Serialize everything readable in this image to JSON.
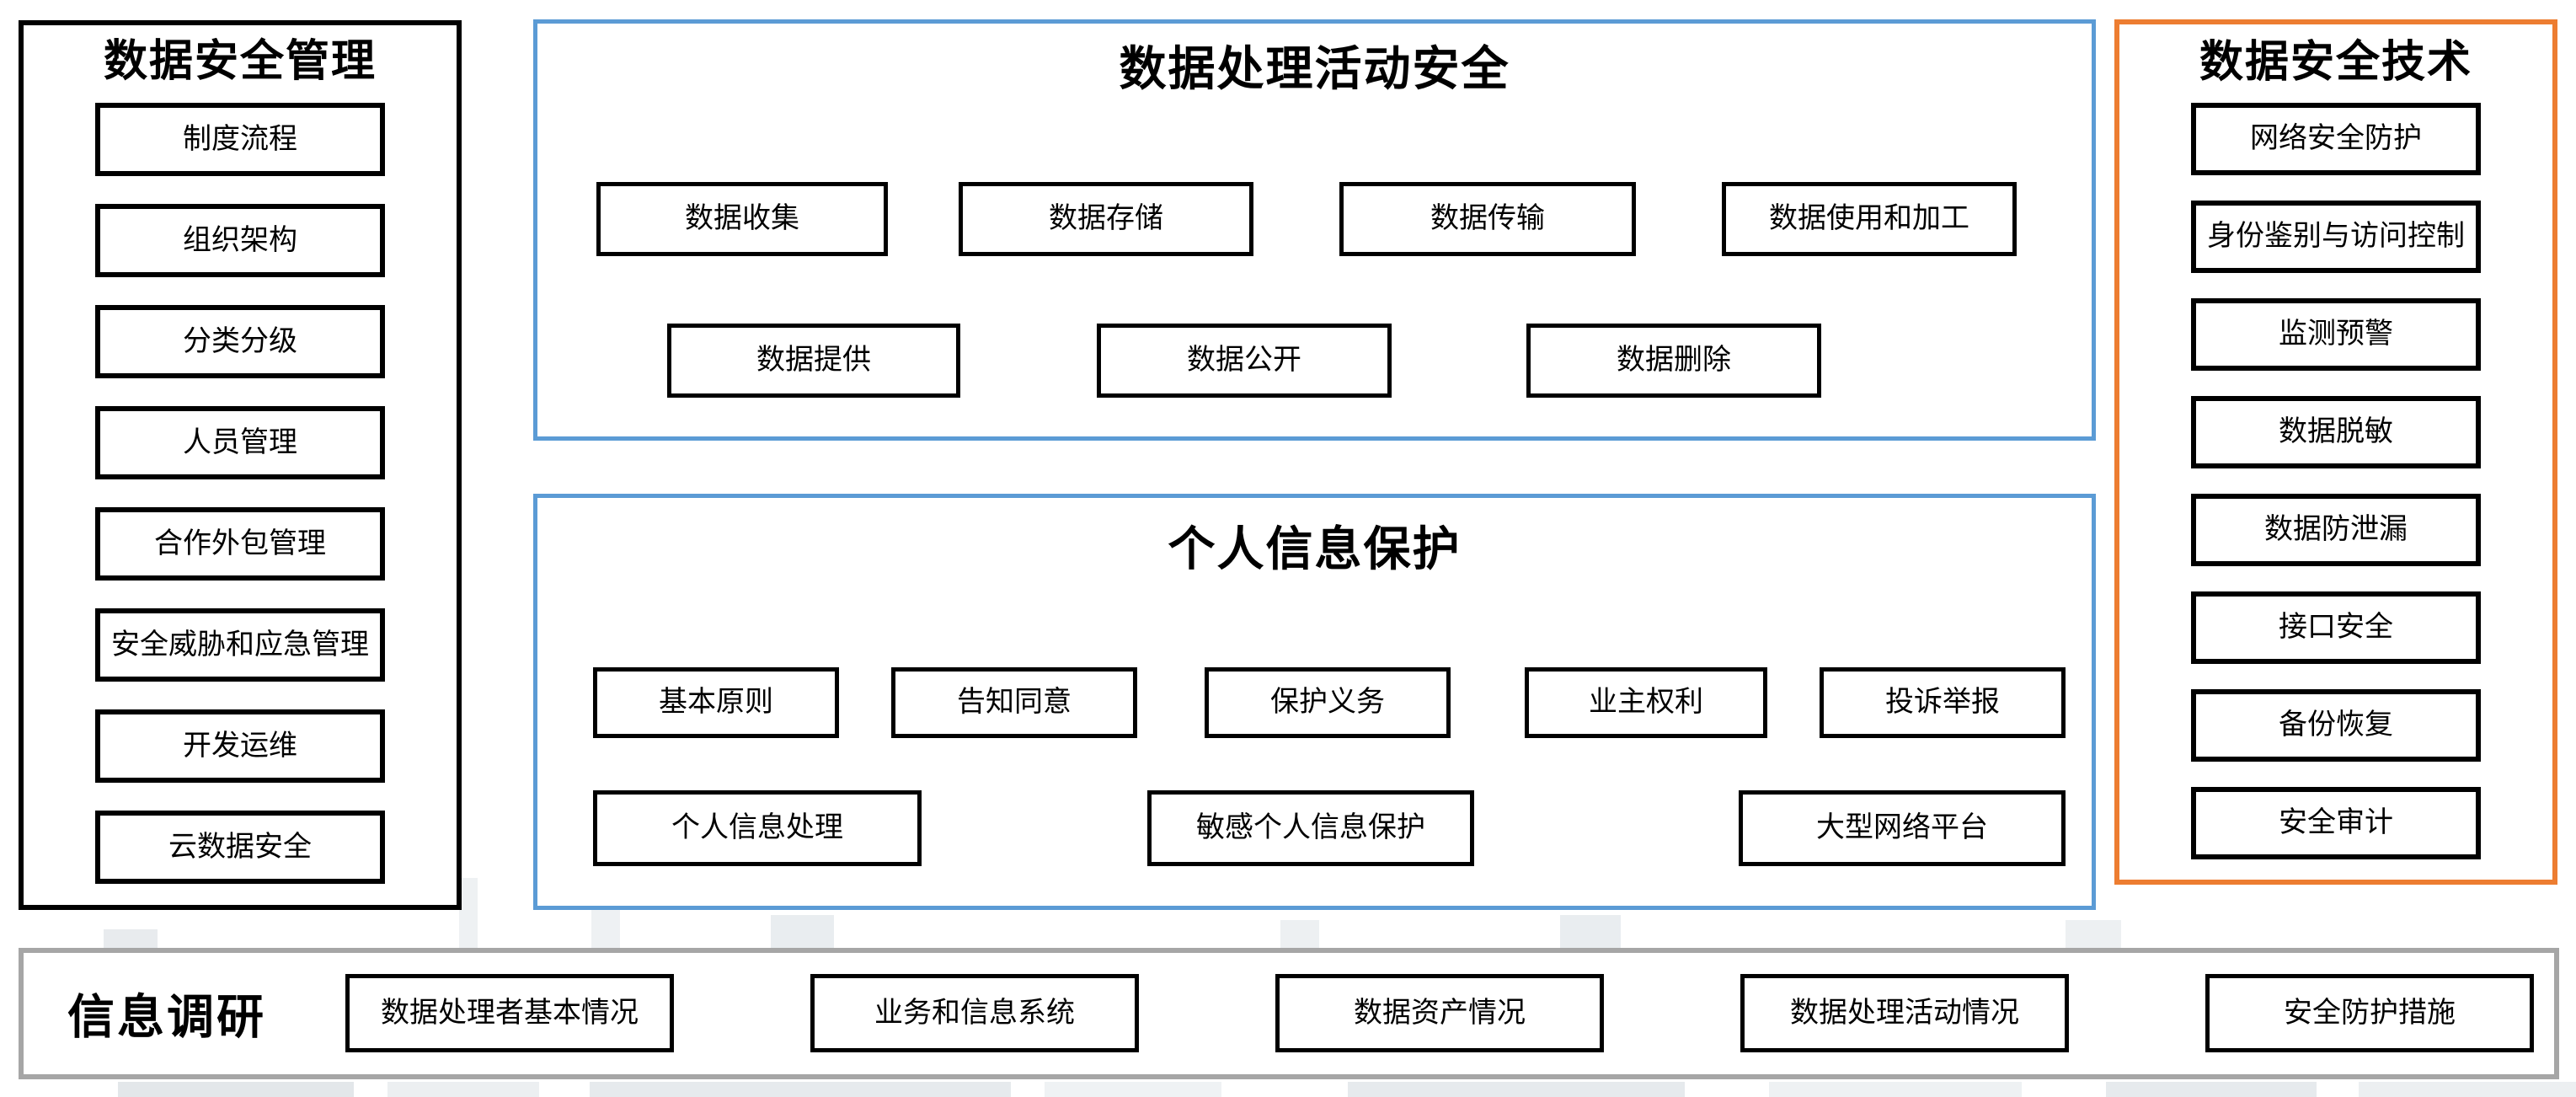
{
  "colors": {
    "background": "#ffffff",
    "black_border": "#000000",
    "blue_border": "#5B9BD5",
    "orange_border": "#ED7D31",
    "gray_border": "#A6A6A6"
  },
  "panels": {
    "management": {
      "title": "数据安全管理",
      "items": [
        "制度流程",
        "组织架构",
        "分类分级",
        "人员管理",
        "合作外包管理",
        "安全威胁和应急管理",
        "开发运维",
        "云数据安全"
      ]
    },
    "processing": {
      "title": "数据处理活动安全",
      "row1": [
        "数据收集",
        "数据存储",
        "数据传输",
        "数据使用和加工"
      ],
      "row2": [
        "数据提供",
        "数据公开",
        "数据删除"
      ]
    },
    "personal": {
      "title": "个人信息保护",
      "row1": [
        "基本原则",
        "告知同意",
        "保护义务",
        "业主权利",
        "投诉举报"
      ],
      "row2": [
        "个人信息处理",
        "敏感个人信息保护",
        "大型网络平台"
      ]
    },
    "technology": {
      "title": "数据安全技术",
      "items": [
        "网络安全防护",
        "身份鉴别与访问控制",
        "监测预警",
        "数据脱敏",
        "数据防泄漏",
        "接口安全",
        "备份恢复",
        "安全审计"
      ]
    },
    "research": {
      "title": "信息调研",
      "items": [
        "数据处理者基本情况",
        "业务和信息系统",
        "数据资产情况",
        "数据处理活动情况",
        "安全防护措施"
      ]
    }
  }
}
